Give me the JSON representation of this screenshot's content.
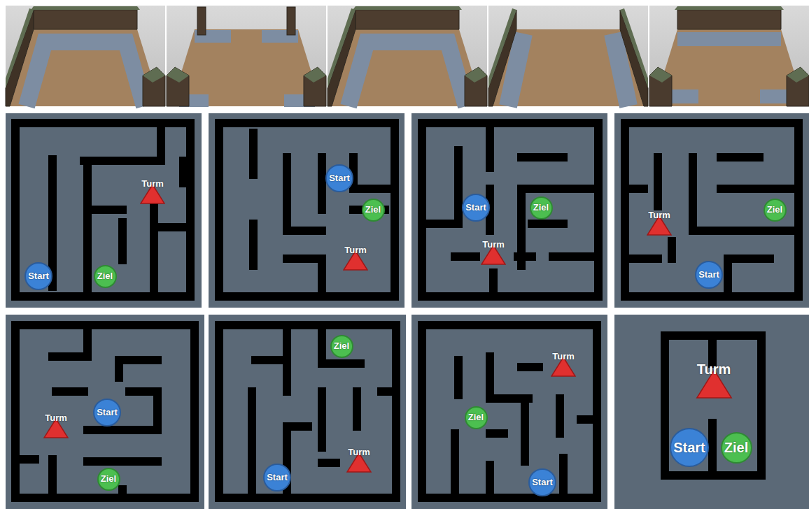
{
  "diagram": {
    "nodes": [
      {
        "text": [
          "Turm"
        ]
      },
      {
        "text": [
          "Start"
        ]
      },
      {
        "text": [
          "Ziel"
        ]
      },
      {
        "text": [
          "Start"
        ]
      },
      {
        "text": [
          "Ziel"
        ]
      },
      {
        "text": [
          "Turm"
        ]
      },
      {
        "text": [
          "Start"
        ]
      },
      {
        "text": [
          "Ziel"
        ]
      },
      {
        "text": [
          "Turm"
        ]
      },
      {
        "text": [
          "Ziel"
        ]
      },
      {
        "text": [
          "Turm"
        ]
      },
      {
        "text": [
          "Start"
        ]
      },
      {
        "text": [
          "Start"
        ]
      },
      {
        "text": [
          "Turm"
        ]
      },
      {
        "text": [
          "Ziel"
        ]
      },
      {
        "text": [
          "Ziel"
        ]
      },
      {
        "text": [
          "Turm"
        ]
      },
      {
        "text": [
          "Start"
        ]
      },
      {
        "text": [
          "Turm"
        ]
      },
      {
        "text": [
          "Ziel"
        ]
      },
      {
        "text": [
          "Start"
        ]
      },
      {
        "text": [
          "Turm"
        ]
      },
      {
        "text": [
          "Start"
        ]
      },
      {
        "text": [
          "Ziel"
        ]
      }
    ]
  }
}
